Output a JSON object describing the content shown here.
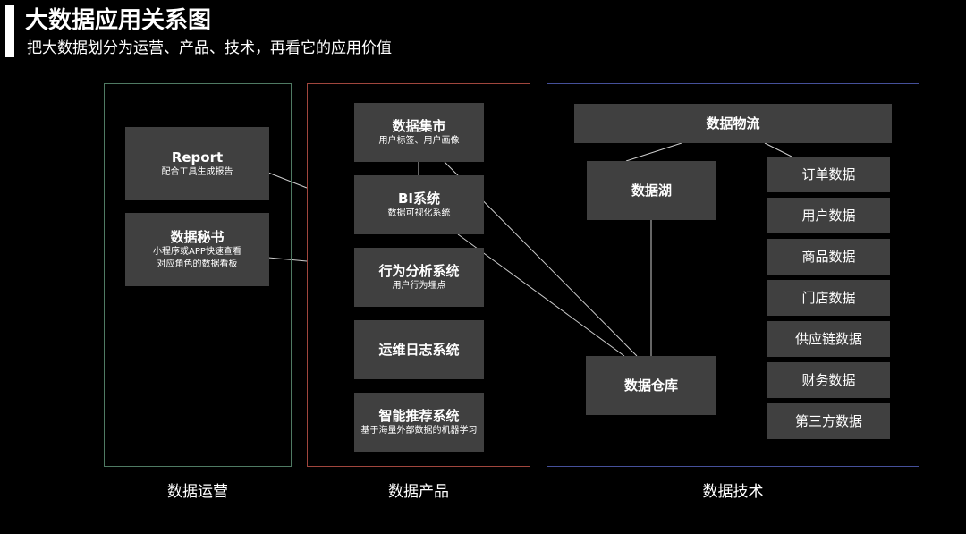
{
  "header": {
    "title": "大数据应用关系图",
    "subtitle": "把大数据划分为运营、产品、技术，再看它的应用价值"
  },
  "colors": {
    "background": "#000000",
    "box": "#404040",
    "text": "#ffffff",
    "operations_border": "#4f7a63",
    "product_border": "#a0463d",
    "tech_border": "#45509a",
    "connector": "#cccccc"
  },
  "operations": {
    "label": "数据运营",
    "report": {
      "title": "Report",
      "desc": "配合工具生成报告"
    },
    "secretary": {
      "title": "数据秘书",
      "desc_line1": "小程序或APP快速查看",
      "desc_line2": "对应角色的数据看板"
    }
  },
  "product": {
    "label": "数据产品",
    "data_mart": {
      "title": "数据集市",
      "desc": "用户标签、用户画像"
    },
    "bi": {
      "title": "BI系统",
      "desc": "数据可视化系统"
    },
    "behavior": {
      "title": "行为分析系统",
      "desc": "用户行为埋点"
    },
    "ops_log": {
      "title": "运维日志系统"
    },
    "recommend": {
      "title": "智能推荐系统",
      "desc": "基于海量外部数据的机器学习"
    }
  },
  "tech": {
    "label": "数据技术",
    "logistics": {
      "title": "数据物流"
    },
    "lake": {
      "title": "数据湖"
    },
    "warehouse": {
      "title": "数据仓库"
    },
    "sources": [
      "订单数据",
      "用户数据",
      "商品数据",
      "门店数据",
      "供应链数据",
      "财务数据",
      "第三方数据"
    ]
  }
}
